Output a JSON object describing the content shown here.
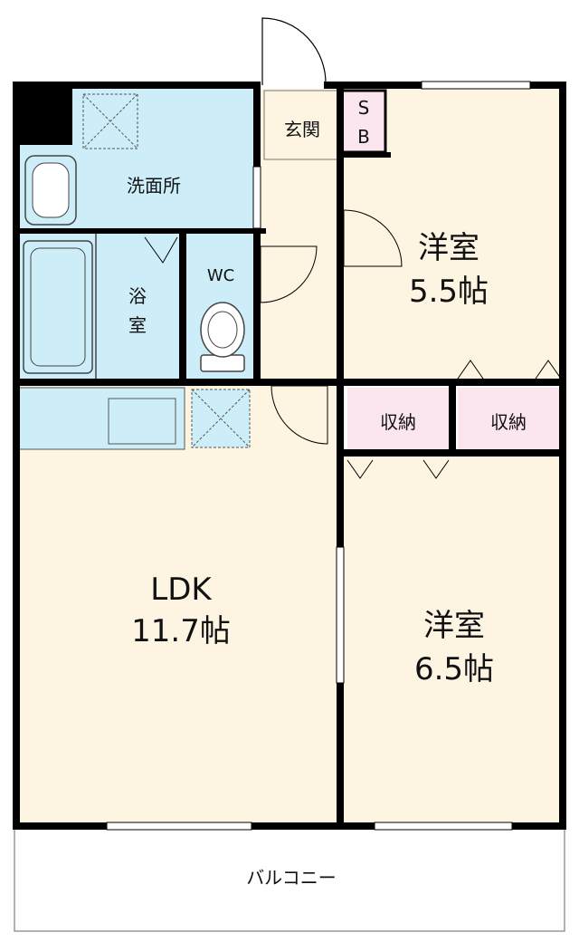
{
  "rooms": {
    "western_a": {
      "name": "洋室",
      "size": "5.5帖"
    },
    "western_b": {
      "name": "洋室",
      "size": "6.5帖"
    },
    "ldk": {
      "name": "LDK",
      "size": "11.7帖"
    },
    "washroom": "洗面所",
    "bath_line1": "浴",
    "bath_line2": "室",
    "wc": "WC",
    "entrance": "玄関",
    "shoebox_line1": "S",
    "shoebox_line2": "B",
    "storage_a": "収納",
    "storage_b": "収納",
    "balcony": "バルコニー"
  },
  "colors": {
    "room_floor": "#fdf5e2",
    "wet_area": "#cdeef8",
    "storage": "#fbe6ef",
    "wall": "#000000",
    "balcony": "#ffffff"
  }
}
